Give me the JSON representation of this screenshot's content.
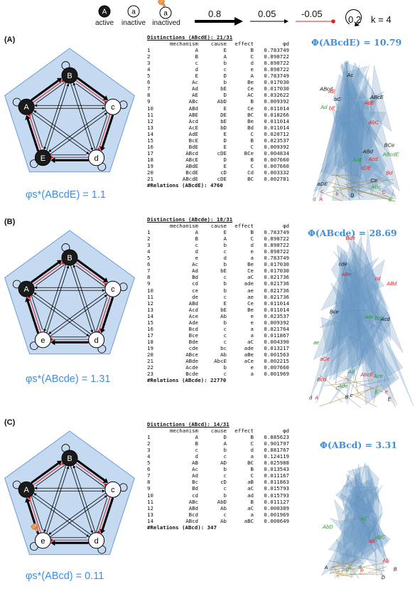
{
  "legend": {
    "active_node_letter": "A",
    "active_label": "active",
    "inactive_node_letter": "a",
    "inactive_label": "inactive",
    "inactived_node_letter": "a",
    "inactived_label": "inactived",
    "weights": [
      "0.8",
      "0.05",
      "-0.05"
    ],
    "self_weight": "0.2",
    "k_label": "k = 4"
  },
  "panels": [
    {
      "label": "(A)",
      "phi_s_label": "φs*(ABcdE) = 1.1",
      "phi_big_label": "Φ(ABcdE) = 10.79",
      "nodes": [
        {
          "letter": "B",
          "active": true
        },
        {
          "letter": "c",
          "active": false
        },
        {
          "letter": "d",
          "active": false
        },
        {
          "letter": "E",
          "active": true
        },
        {
          "letter": "A",
          "active": true
        }
      ],
      "table": {
        "title": "Distinctions (ABcdE): 21/31",
        "headers": [
          "",
          "mechanism",
          "cause",
          "effect",
          "φd"
        ],
        "rows": [
          [
            "1",
            "A",
            "E",
            "B",
            "0.783749"
          ],
          [
            "2",
            "B",
            "A",
            "C",
            "0.898722"
          ],
          [
            "3",
            "c",
            "b",
            "d",
            "0.898722"
          ],
          [
            "4",
            "d",
            "c",
            "e",
            "0.898722"
          ],
          [
            "5",
            "E",
            "D",
            "A",
            "0.783749"
          ],
          [
            "6",
            "Ac",
            "b",
            "Be",
            "0.017030"
          ],
          [
            "7",
            "Ad",
            "bE",
            "Ce",
            "0.017030"
          ],
          [
            "8",
            "AE",
            "D",
            "AC",
            "0.032622"
          ],
          [
            "9",
            "ABc",
            "AbD",
            "B",
            "0.009392"
          ],
          [
            "10",
            "ABd",
            "E",
            "Ce",
            "0.011014"
          ],
          [
            "11",
            "ABE",
            "DE",
            "BC",
            "0.018266"
          ],
          [
            "12",
            "Acd",
            "bE",
            "Be",
            "0.011014"
          ],
          [
            "13",
            "AcE",
            "bD",
            "Bd",
            "0.011014"
          ],
          [
            "14",
            "AdE",
            "E",
            "C",
            "0.020712"
          ],
          [
            "15",
            "BcE",
            "D",
            "B",
            "0.023537"
          ],
          [
            "16",
            "BdE",
            "E",
            "C",
            "0.009392"
          ],
          [
            "17",
            "ABcd",
            "cDE",
            "BCe",
            "0.004834"
          ],
          [
            "18",
            "ABcE",
            "D",
            "B",
            "0.007660"
          ],
          [
            "19",
            "ABdE",
            "E",
            "C",
            "0.007660"
          ],
          [
            "20",
            "BcdE",
            "cD",
            "Cd",
            "0.003332"
          ],
          [
            "21",
            "ABcdE",
            "cDE",
            "BC",
            "0.002781"
          ]
        ],
        "footer": "#Relations (ABcdE): 4760"
      },
      "structure_labels": [
        "BCe",
        "cDE",
        "aDE",
        "AbC",
        "ABcdE",
        "ABcd",
        "ABcE",
        "bE",
        "Bd",
        "bC",
        "Ce",
        "AdE",
        "AcE",
        "Acd",
        "ABd",
        "ABc",
        "Ac",
        "Ad",
        "AE",
        "A",
        "b",
        "c",
        "d",
        "e",
        "C",
        "D",
        "E"
      ]
    },
    {
      "label": "(B)",
      "phi_s_label": "φs*(ABcde) = 1.31",
      "phi_big_label": "Φ(ABcde) = 28.69",
      "nodes": [
        {
          "letter": "B",
          "active": true
        },
        {
          "letter": "c",
          "active": false
        },
        {
          "letter": "d",
          "active": false
        },
        {
          "letter": "e",
          "active": false
        },
        {
          "letter": "A",
          "active": true
        }
      ],
      "table": {
        "title": "Distinctions (ABcde): 18/31",
        "headers": [
          "",
          "mechanism",
          "cause",
          "effect",
          "φd"
        ],
        "rows": [
          [
            "1",
            "A",
            "E",
            "B",
            "0.783749"
          ],
          [
            "2",
            "B",
            "A",
            "C",
            "0.898722"
          ],
          [
            "3",
            "c",
            "b",
            "d",
            "0.898722"
          ],
          [
            "4",
            "d",
            "c",
            "e",
            "0.898722"
          ],
          [
            "5",
            "e",
            "d",
            "a",
            "0.783749"
          ],
          [
            "6",
            "Ac",
            "b",
            "Be",
            "0.017030"
          ],
          [
            "7",
            "Ad",
            "bE",
            "Ce",
            "0.017030"
          ],
          [
            "8",
            "Bd",
            "c",
            "aC",
            "0.021736"
          ],
          [
            "9",
            "cd",
            "b",
            "ade",
            "0.021736"
          ],
          [
            "10",
            "ce",
            "b",
            "ae",
            "0.021736"
          ],
          [
            "11",
            "de",
            "c",
            "ae",
            "0.021736"
          ],
          [
            "12",
            "ABd",
            "E",
            "Ce",
            "0.011014"
          ],
          [
            "13",
            "Acd",
            "bE",
            "Be",
            "0.011014"
          ],
          [
            "14",
            "Ace",
            "Ab",
            "e",
            "0.023537"
          ],
          [
            "15",
            "Ade",
            "b",
            "e",
            "0.009392"
          ],
          [
            "16",
            "Bcd",
            "c",
            "a",
            "0.021764"
          ],
          [
            "17",
            "Bce",
            "c",
            "a",
            "0.011867"
          ],
          [
            "18",
            "Bde",
            "c",
            "aC",
            "0.004390"
          ],
          [
            "19",
            "cde",
            "bc",
            "ade",
            "0.013217"
          ],
          [
            "20",
            "ABce",
            "Ab",
            "aBe",
            "0.001563"
          ],
          [
            "21",
            "ABde",
            "AbcE",
            "aCe",
            "0.002215"
          ],
          [
            "22",
            "Acde",
            "b",
            "e",
            "0.007660"
          ],
          [
            "23",
            "Bcde",
            "c",
            "a",
            "0.001969"
          ]
        ],
        "footer": "#Relations (ABcde): 22770"
      },
      "structure_labels": [
        "AbcE",
        "ade",
        "ae",
        "aCe",
        "aBe",
        "Bce",
        "Bcd",
        "Ade",
        "Bde",
        "Bd",
        "Ace",
        "Acd",
        "Ad",
        "ABd",
        "cd",
        "cde",
        "A",
        "B",
        "b",
        "c",
        "d",
        "e",
        "C",
        "E"
      ]
    },
    {
      "label": "(C)",
      "phi_s_label": "φs*(ABcd) = 0.11",
      "phi_big_label": "Φ(ABcd) = 3.31",
      "nodes": [
        {
          "letter": "B",
          "active": true
        },
        {
          "letter": "c",
          "active": false
        },
        {
          "letter": "d",
          "active": false
        },
        {
          "letter": "e",
          "active": false
        },
        {
          "letter": "A",
          "active": true
        }
      ],
      "table": {
        "title": "Distinctions (ABcd): 14/31",
        "headers": [
          "",
          "mechanism",
          "cause",
          "effect",
          "φd"
        ],
        "rows": [
          [
            "1",
            "A",
            "D",
            "B",
            "0.885623"
          ],
          [
            "2",
            "B",
            "A",
            "C",
            "0.901797"
          ],
          [
            "3",
            "c",
            "b",
            "d",
            "0.881767"
          ],
          [
            "4",
            "d",
            "c",
            "a",
            "0.124119"
          ],
          [
            "5",
            "AB",
            "AD",
            "BC",
            "0.025988"
          ],
          [
            "6",
            "Ac",
            "b",
            "B",
            "0.013543"
          ],
          [
            "7",
            "Ad",
            "c",
            "C",
            "0.011167"
          ],
          [
            "8",
            "Bc",
            "cD",
            "aB",
            "0.011863"
          ],
          [
            "9",
            "Bd",
            "c",
            "aC",
            "0.015793"
          ],
          [
            "10",
            "cd",
            "b",
            "ad",
            "0.015793"
          ],
          [
            "11",
            "ABc",
            "AbD",
            "B",
            "0.011127"
          ],
          [
            "12",
            "ABd",
            "Ab",
            "aC",
            "0.000389"
          ],
          [
            "13",
            "Bcd",
            "c",
            "a",
            "0.001969"
          ],
          [
            "14",
            "ABcd",
            "Ab",
            "aBC",
            "0.000649"
          ]
        ],
        "footer": "#Relations (ABcd): 347"
      },
      "structure_labels": [
        "AbD",
        "aBC",
        "Ab",
        "aB",
        "aC",
        "B",
        "C",
        "A",
        "b",
        "c",
        "d",
        "D"
      ]
    }
  ],
  "colors": {
    "accent_blue": "#3d8fe0",
    "pentagon_fill": "#c5d9f1",
    "negative_edge": "#e02020",
    "active_node": "#1a1a1a",
    "label_red": "#e02020",
    "label_green": "#2a9a2a",
    "structure_fill": "#6d9bc4",
    "cursor_orange": "#f0a050"
  }
}
